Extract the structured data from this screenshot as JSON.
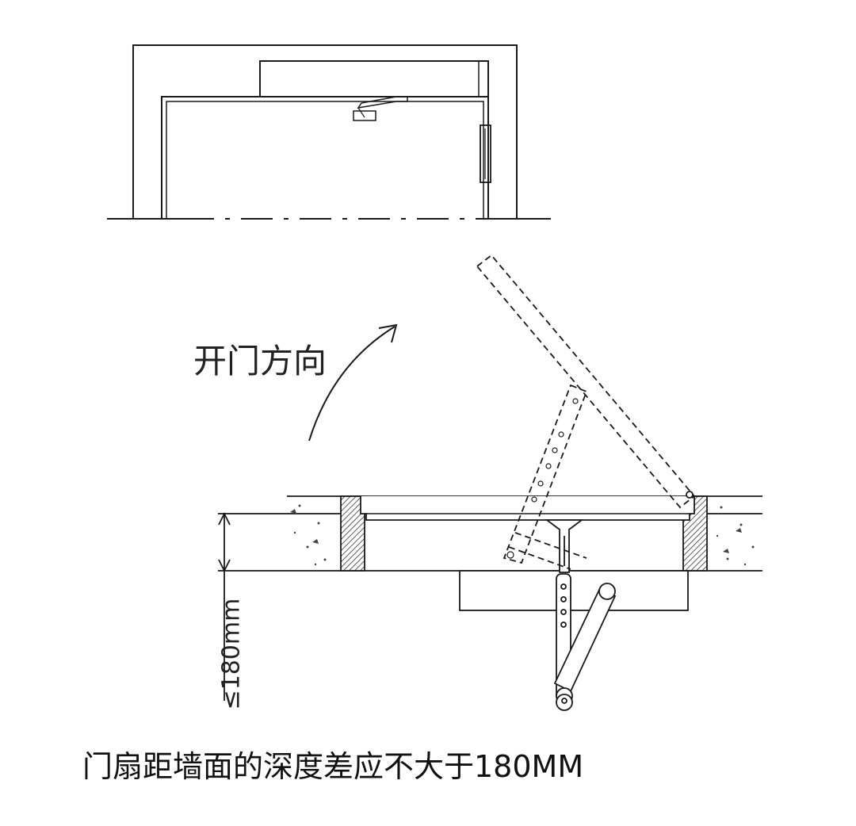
{
  "labels": {
    "opening_direction": "开门方向",
    "depth_limit": "≤180mm",
    "caption": "门扇距墙面的深度差应不大于180MM"
  },
  "colors": {
    "line": "#1a1a1a",
    "hatch": "#555555",
    "background": "#ffffff"
  }
}
